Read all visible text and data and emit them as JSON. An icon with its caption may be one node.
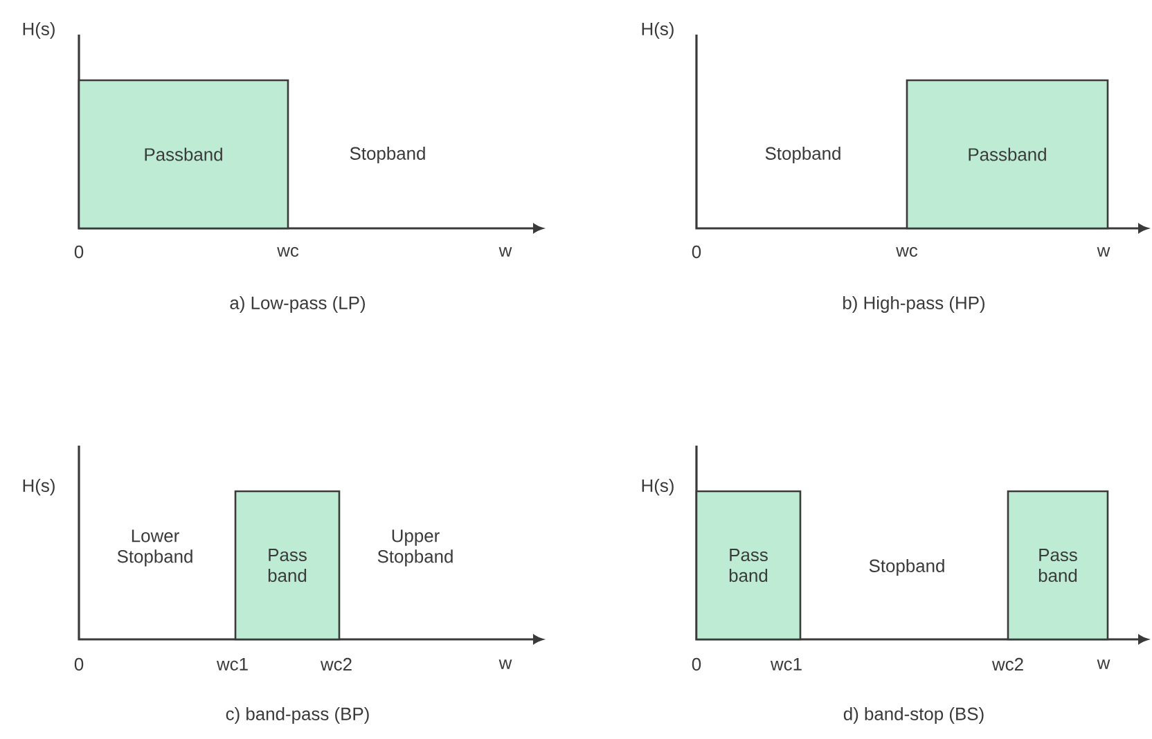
{
  "diagram": {
    "nodes": [
      {
        "text": [
          "Passband"
        ]
      },
      {
        "text": [
          "Passband"
        ]
      },
      {
        "text": [
          "Pass band"
        ]
      },
      {
        "text": [
          "Pass band"
        ]
      },
      {
        "text": [
          "Pass band"
        ]
      }
    ],
    "labels": [
      "H(s)",
      "Stopband",
      "0",
      "wc",
      "w",
      "a) Low-pass (LP)",
      "H(s)",
      "Stopband",
      "0",
      "wc",
      "w",
      "b) High-pass (HP)",
      "H(s)",
      "Lower Stopband",
      "Upper Stopband",
      "0",
      "wc1",
      "wc2",
      "w",
      "c) band-pass (BP)",
      "H(s)",
      "Stopband",
      "0",
      "wc1",
      "wc2",
      "w",
      "d) band-stop (BS)"
    ]
  }
}
